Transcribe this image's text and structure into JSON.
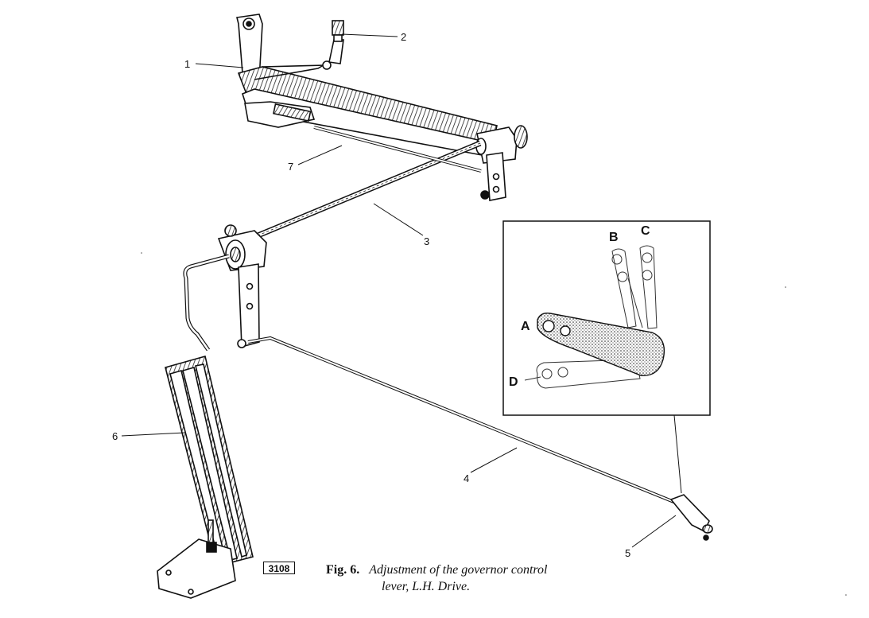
{
  "callouts": [
    "1",
    "2",
    "3",
    "4",
    "5",
    "6",
    "7"
  ],
  "inset_labels": {
    "a": "A",
    "b": "B",
    "c": "C",
    "d": "D"
  },
  "plate_number": "3108",
  "caption": {
    "figure_number": "Fig. 6.",
    "line1": "Adjustment of the governor control",
    "line2": "lever, L.H. Drive."
  }
}
